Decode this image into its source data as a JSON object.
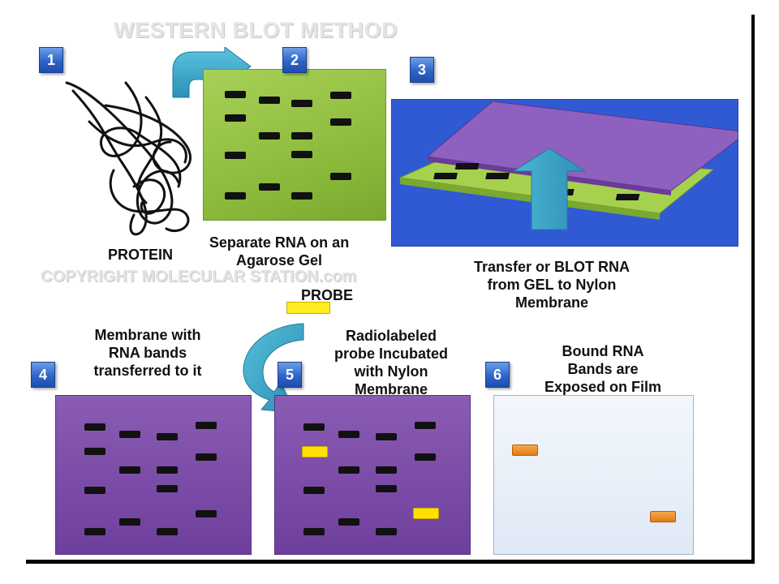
{
  "title": "WESTERN BLOT METHOD",
  "watermark": "COPYRIGHT MOLECULAR STATION.com",
  "steps": {
    "s1": {
      "number": "1",
      "label": "PROTEIN"
    },
    "s2": {
      "number": "2",
      "label_line1": "Separate RNA on an",
      "label_line2": "Agarose Gel"
    },
    "s3": {
      "number": "3",
      "label_line1": "Transfer or BLOT RNA",
      "label_line2": "from GEL to Nylon",
      "label_line3": "Membrane"
    },
    "s4": {
      "number": "4",
      "label_line1": "Membrane with",
      "label_line2": "RNA bands",
      "label_line3": "transferred to it"
    },
    "s5": {
      "number": "5",
      "probe_label": "PROBE",
      "label_line1": "Radiolabeled",
      "label_line2": "probe Incubated",
      "label_line3": "with Nylon",
      "label_line4": "Membrane"
    },
    "s6": {
      "number": "6",
      "label_line1": "Bound RNA",
      "label_line2": "Bands are",
      "label_line3": "Exposed on Film"
    }
  },
  "colors": {
    "gel_green": "#8dbc3c",
    "membrane_purple": "#6e3f9c",
    "blot_background": "#2f5ad4",
    "probe_yellow": "#ffe000",
    "film_band_orange": "#e47b1a",
    "arrow_teal": "#3aa7c9",
    "step_badge_blue": "#2e64c8"
  },
  "icons": {
    "protein": "tangled-protein-strand-icon",
    "arrow_to_gel": "curved-arrow-icon",
    "arrow_up": "up-arrow-icon",
    "arrow_probe": "curved-down-arrow-icon"
  }
}
